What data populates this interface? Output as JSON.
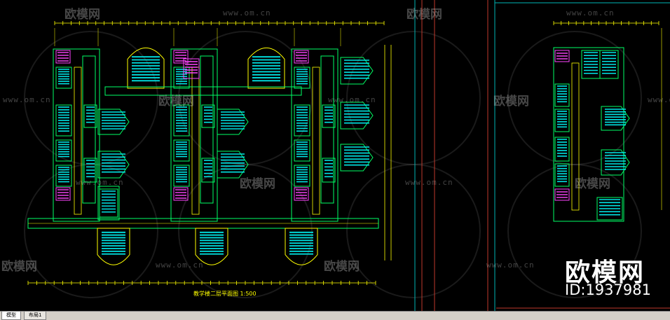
{
  "tabs": [
    {
      "label": "模型",
      "active": true
    },
    {
      "label": "布局1",
      "active": false
    }
  ],
  "plan_title": "教学楼二层平面图 1:500",
  "watermarks": {
    "cn_text": "欧模网",
    "url_text": "www.om.cn"
  },
  "brand": {
    "name": "欧模网",
    "id_text": "ID:1937981"
  },
  "colors": {
    "background": "#000000",
    "wall": "#00ff66",
    "seat": "#00e5e5",
    "magenta": "#ff44ff",
    "yellow": "#ffff00",
    "frame_red": "#c0392b",
    "frame_cyan": "#00b3b3"
  }
}
